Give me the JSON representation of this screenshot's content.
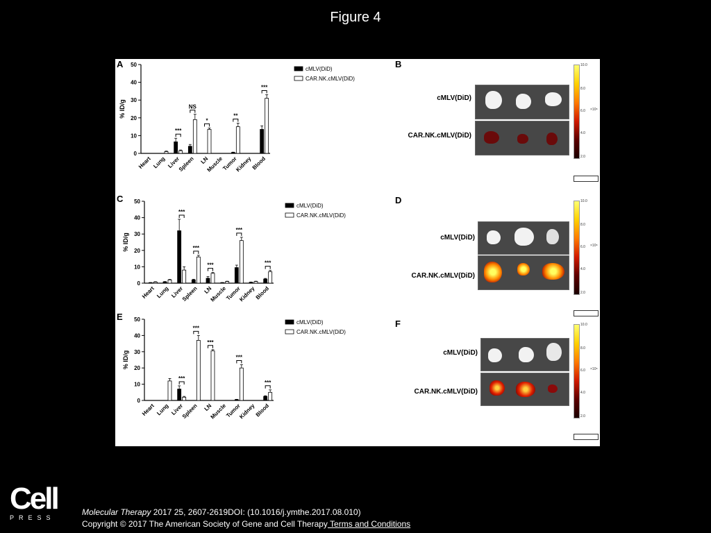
{
  "slide": {
    "title": "Figure 4"
  },
  "panel_labels": {
    "A": "A",
    "B": "B",
    "C": "C",
    "D": "D",
    "E": "E",
    "F": "F"
  },
  "colors": {
    "cmlv_fill": "#000000",
    "car_fill": "#ffffff",
    "background": "#000000",
    "panel": "#ffffff"
  },
  "image_panels": [
    {
      "row_labels": [
        "cMLV(DiD)",
        "CAR.NK.cMLV(DiD)"
      ]
    },
    {
      "row_labels": [
        "cMLV(DiD)",
        "CAR.NK.cMLV(DiD)"
      ]
    },
    {
      "row_labels": [
        "cMLV(DiD)",
        "CAR.NK.cMLV(DiD)"
      ]
    }
  ],
  "colorbar": {
    "top": "10.0",
    "t2": "8.0",
    "t3": "6.0",
    "t4": "4.0",
    "bottom": "2.0",
    "exp": "×10⁸"
  },
  "footer": {
    "journal": "Molecular Therapy",
    "citation": " 2017 25, 2607-2619DOI: (10.1016/j.ymthe.2017.08.010)",
    "copyright": "Copyright © 2017 The American Society of Gene and Cell Therapy",
    "terms": " Terms and Conditions",
    "logo_word": "Cell",
    "logo_press": "PRESS"
  },
  "chart_data": [
    {
      "type": "bar",
      "panel": "A",
      "categories": [
        "Heart",
        "Lung",
        "Liver",
        "Spleen",
        "LN",
        "Muscle",
        "Tumor",
        "Kidney",
        "Blood"
      ],
      "ylabel": "% ID/g",
      "ylim": [
        0,
        50
      ],
      "yticks": [
        0,
        10,
        20,
        30,
        40,
        50
      ],
      "legend_position": "top-right",
      "series": [
        {
          "name": "cMLV(DiD)",
          "values": [
            0,
            0,
            6.5,
            4,
            0,
            0,
            0.5,
            0,
            13.5
          ],
          "errors": [
            0,
            0,
            2,
            1,
            0,
            0,
            0.2,
            0,
            2
          ]
        },
        {
          "name": "CAR.NK.cMLV(DiD)",
          "values": [
            0,
            1,
            1.5,
            19,
            13.5,
            0,
            15,
            0,
            31
          ],
          "errors": [
            0,
            0.3,
            0.4,
            3,
            0.8,
            0,
            2,
            0,
            2
          ]
        }
      ],
      "significance": [
        {
          "index": 2,
          "label": "***"
        },
        {
          "index": 3,
          "label": "NS"
        },
        {
          "index": 4,
          "label": "*"
        },
        {
          "index": 6,
          "label": "**"
        },
        {
          "index": 8,
          "label": "***"
        }
      ]
    },
    {
      "type": "bar",
      "panel": "C",
      "categories": [
        "Heart",
        "Lung",
        "Liver",
        "Spleen",
        "LN",
        "Muscle",
        "Tumor",
        "Kidney",
        "Blood"
      ],
      "ylabel": "% ID/g",
      "ylim": [
        0,
        50
      ],
      "yticks": [
        0,
        10,
        20,
        30,
        40,
        50
      ],
      "legend_position": "top-right",
      "series": [
        {
          "name": "cMLV(DiD)",
          "values": [
            0.3,
            0.8,
            32,
            2,
            3,
            0.3,
            9.5,
            0.5,
            2.5
          ],
          "errors": [
            0.1,
            0.2,
            7,
            0.4,
            1,
            0.1,
            1.5,
            0.2,
            0.4
          ]
        },
        {
          "name": "CAR.NK.cMLV(DiD)",
          "values": [
            0.7,
            2,
            8,
            16,
            6,
            1,
            26,
            1,
            7
          ],
          "errors": [
            0.2,
            0.3,
            2,
            1,
            0.5,
            0.2,
            2,
            0.2,
            0.8
          ]
        }
      ],
      "significance": [
        {
          "index": 2,
          "label": "***"
        },
        {
          "index": 3,
          "label": "***"
        },
        {
          "index": 4,
          "label": "***"
        },
        {
          "index": 6,
          "label": "***"
        },
        {
          "index": 8,
          "label": "***"
        }
      ]
    },
    {
      "type": "bar",
      "panel": "E",
      "categories": [
        "Heart",
        "Lung",
        "Liver",
        "Spleen",
        "LN",
        "Muscle",
        "Tumor",
        "Kidney",
        "Blood"
      ],
      "ylabel": "% ID/g",
      "ylim": [
        0,
        50
      ],
      "yticks": [
        0,
        10,
        20,
        30,
        40,
        50
      ],
      "legend_position": "top-right",
      "series": [
        {
          "name": "cMLV(DiD)",
          "values": [
            0,
            0,
            7,
            0,
            0,
            0,
            0.5,
            0,
            2.5
          ],
          "errors": [
            0,
            0,
            2,
            0,
            0,
            0,
            0.2,
            0,
            0.4
          ]
        },
        {
          "name": "CAR.NK.cMLV(DiD)",
          "values": [
            0,
            12,
            2,
            37,
            30.5,
            0,
            20,
            0,
            5
          ],
          "errors": [
            0,
            1.5,
            0.5,
            3,
            0.8,
            0,
            2,
            0,
            1.5
          ]
        }
      ],
      "significance": [
        {
          "index": 2,
          "label": "***"
        },
        {
          "index": 3,
          "label": "***"
        },
        {
          "index": 4,
          "label": "***"
        },
        {
          "index": 6,
          "label": "***"
        },
        {
          "index": 8,
          "label": "***"
        }
      ]
    }
  ]
}
